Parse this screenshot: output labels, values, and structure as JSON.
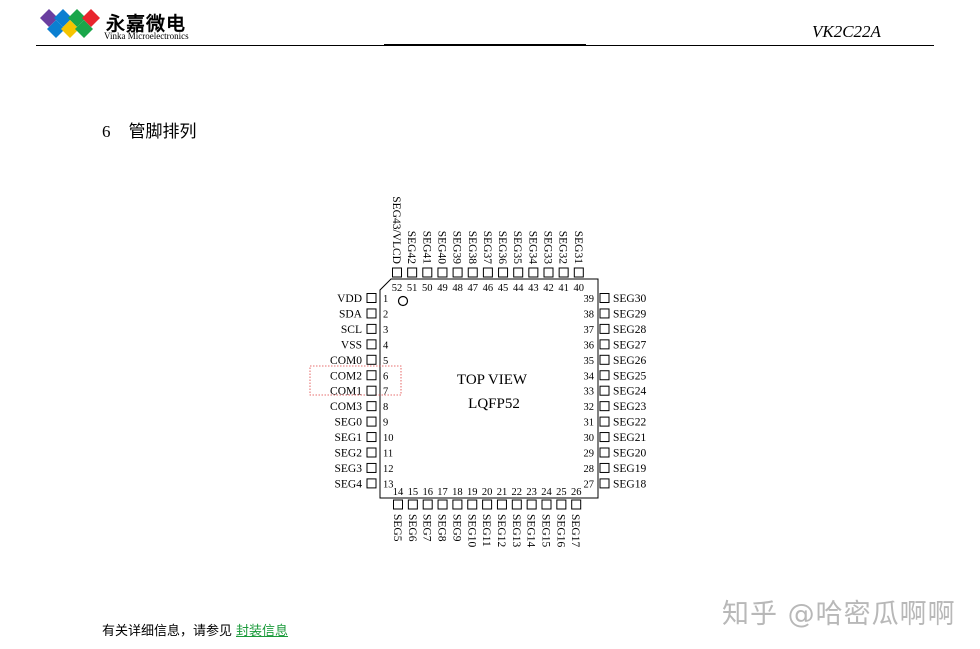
{
  "header": {
    "logo_cn": "永嘉微电",
    "logo_en": "Vinka Microelectronics",
    "part_number": "VK2C22A",
    "logo_colors": [
      "#e8252d",
      "#0b7fd1",
      "#1aa64a",
      "#f5c400",
      "#6a3fa0"
    ]
  },
  "section": {
    "number": "6",
    "title": "管脚排列"
  },
  "chip": {
    "center_line1": "TOP VIEW",
    "center_line2": "LQFP52",
    "left_pins": [
      {
        "name": "VDD",
        "num": "1"
      },
      {
        "name": "SDA",
        "num": "2"
      },
      {
        "name": "SCL",
        "num": "3"
      },
      {
        "name": "VSS",
        "num": "4"
      },
      {
        "name": "COM0",
        "num": "5"
      },
      {
        "name": "COM2",
        "num": "6"
      },
      {
        "name": "COM1",
        "num": "7"
      },
      {
        "name": "COM3",
        "num": "8"
      },
      {
        "name": "SEG0",
        "num": "9"
      },
      {
        "name": "SEG1",
        "num": "10"
      },
      {
        "name": "SEG2",
        "num": "11"
      },
      {
        "name": "SEG3",
        "num": "12"
      },
      {
        "name": "SEG4",
        "num": "13"
      }
    ],
    "bottom_pins": [
      {
        "name": "SEG5",
        "num": "14"
      },
      {
        "name": "SEG6",
        "num": "15"
      },
      {
        "name": "SEG7",
        "num": "16"
      },
      {
        "name": "SEG8",
        "num": "17"
      },
      {
        "name": "SEG9",
        "num": "18"
      },
      {
        "name": "SEG10",
        "num": "19"
      },
      {
        "name": "SEG11",
        "num": "20"
      },
      {
        "name": "SEG12",
        "num": "21"
      },
      {
        "name": "SEG13",
        "num": "22"
      },
      {
        "name": "SEG14",
        "num": "23"
      },
      {
        "name": "SEG15",
        "num": "24"
      },
      {
        "name": "SEG16",
        "num": "25"
      },
      {
        "name": "SEG17",
        "num": "26"
      }
    ],
    "right_pins": [
      {
        "name": "SEG18",
        "num": "27"
      },
      {
        "name": "SEG19",
        "num": "28"
      },
      {
        "name": "SEG20",
        "num": "29"
      },
      {
        "name": "SEG21",
        "num": "30"
      },
      {
        "name": "SEG22",
        "num": "31"
      },
      {
        "name": "SEG23",
        "num": "32"
      },
      {
        "name": "SEG24",
        "num": "33"
      },
      {
        "name": "SEG25",
        "num": "34"
      },
      {
        "name": "SEG26",
        "num": "35"
      },
      {
        "name": "SEG27",
        "num": "36"
      },
      {
        "name": "SEG28",
        "num": "37"
      },
      {
        "name": "SEG29",
        "num": "38"
      },
      {
        "name": "SEG30",
        "num": "39"
      }
    ],
    "top_pins": [
      {
        "name": "SEG31",
        "num": "40"
      },
      {
        "name": "SEG32",
        "num": "41"
      },
      {
        "name": "SEG33",
        "num": "42"
      },
      {
        "name": "SEG34",
        "num": "43"
      },
      {
        "name": "SEG35",
        "num": "44"
      },
      {
        "name": "SEG36",
        "num": "45"
      },
      {
        "name": "SEG37",
        "num": "46"
      },
      {
        "name": "SEG38",
        "num": "47"
      },
      {
        "name": "SEG39",
        "num": "48"
      },
      {
        "name": "SEG40",
        "num": "49"
      },
      {
        "name": "SEG41",
        "num": "50"
      },
      {
        "name": "SEG42",
        "num": "51"
      },
      {
        "name": "SEG43/VLCD",
        "num": "52"
      }
    ],
    "highlight_color": "#e04040"
  },
  "footer": {
    "note": "有关详细信息，请参见",
    "link": "封装信息",
    "link_color": "#1a9a3a"
  },
  "watermark": "知乎 @哈密瓜啊啊"
}
